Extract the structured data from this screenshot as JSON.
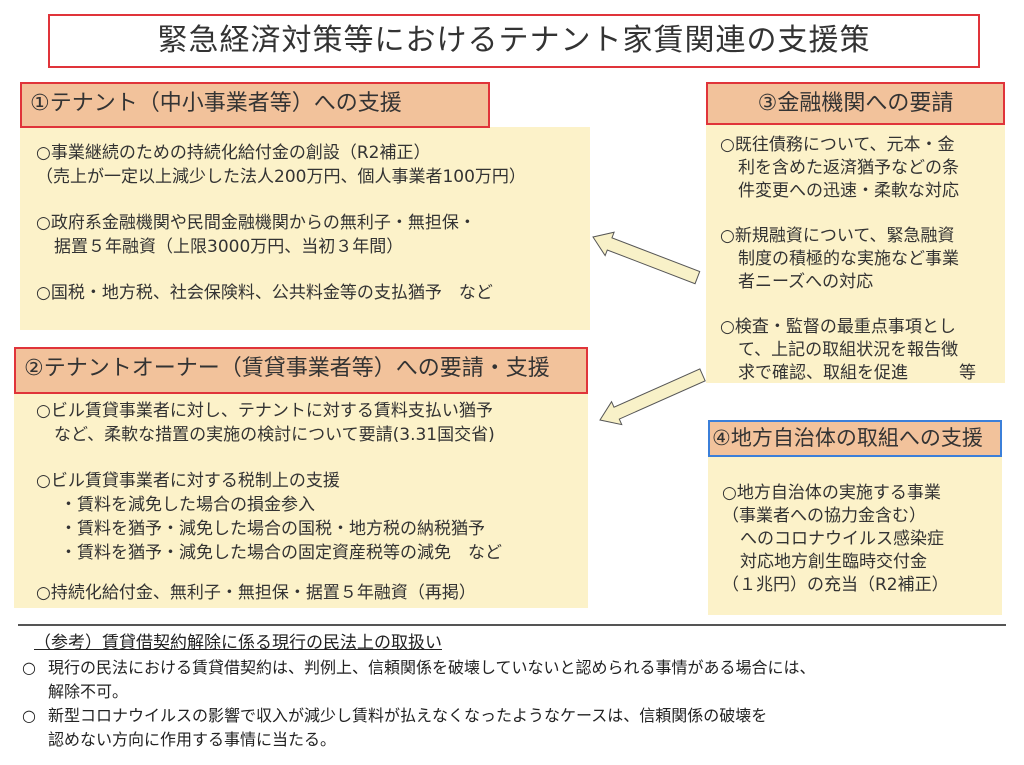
{
  "title": "緊急経済対策等におけるテナント家賃関連の支援策",
  "section1": {
    "heading": "①テナント（中小事業者等）への支援",
    "items": [
      [
        "○事業継続のための持続化給付金の創設（R2補正）",
        "（売上が一定以上減少した法人200万円、個人事業者100万円）"
      ],
      [
        "○政府系金融機関や民間金融機関からの無利子・無担保・",
        "据置５年融資（上限3000万円、当初３年間）"
      ],
      [
        "○国税・地方税、社会保険料、公共料金等の支払猶予　など"
      ]
    ]
  },
  "section2": {
    "heading": "②テナントオーナー（賃貸事業者等）への要請・支援",
    "items": [
      [
        "○ビル賃貸事業者に対し、テナントに対する賃料支払い猶予",
        "など、柔軟な措置の実施の検討について要請(3.31国交省)"
      ],
      [
        "○ビル賃貸事業者に対する税制上の支援",
        "・賃料を減免した場合の損金参入",
        "・賃料を猶予・減免した場合の国税・地方税の納税猶予",
        "・賃料を猶予・減免した場合の固定資産税等の減免　など"
      ],
      [
        "○持続化給付金、無利子・無担保・据置５年融資（再掲）"
      ]
    ]
  },
  "section3": {
    "heading": "③金融機関への要請",
    "items": [
      [
        "○既往債務について、元本・金",
        "利を含めた返済猶予などの条",
        "件変更への迅速・柔軟な対応"
      ],
      [
        "○新規融資について、緊急融資",
        "制度の積極的な実施など事業",
        "者ニーズへの対応"
      ],
      [
        "○検査・監督の最重点事項とし",
        "て、上記の取組状況を報告徴",
        "求で確認、取組を促進　　　等"
      ]
    ]
  },
  "section4": {
    "heading": "④地方自治体の取組への支援",
    "items": [
      [
        "○地方自治体の実施する事業",
        "（事業者への協力金含む）",
        "へのコロナウイルス感染症",
        "対応地方創生臨時交付金",
        "（１兆円）の充当（R2補正）"
      ]
    ]
  },
  "reference": {
    "heading": "（参考）賃貸借契約解除に係る現行の民法上の取扱い",
    "items": [
      {
        "mark": "○",
        "lines": [
          "現行の民法における賃貸借契約は、判例上、信頼関係を破壊していないと認められる事情がある場合には、",
          "解除不可。"
        ]
      },
      {
        "mark": "○",
        "lines": [
          "新型コロナウイルスの影響で収入が減少し賃料が払えなくなったようなケースは、信頼関係の破壊を",
          "認めない方向に作用する事情に当たる。"
        ]
      }
    ]
  },
  "colors": {
    "header_fill": "#f2c29b",
    "body_fill": "#fcf2c9",
    "red_border": "#e0343a",
    "blue_border": "#3b7fd9"
  }
}
